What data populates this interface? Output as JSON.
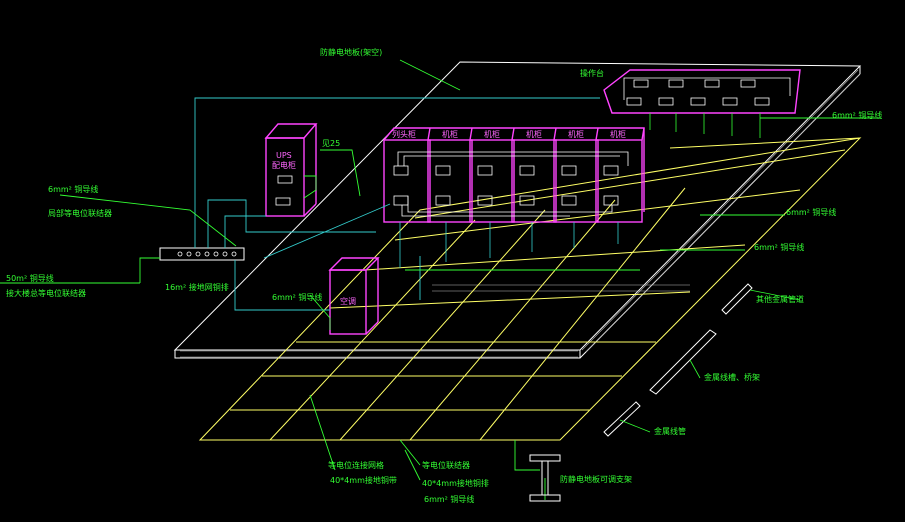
{
  "labels": {
    "anti_static_floor": "防静电地板(架空)",
    "operator_console": "操作台",
    "cabinet_row_label": "列头柜",
    "cabinet_label": "机柜",
    "ups_title": "UPS",
    "ups_subtitle": "配电柜",
    "network_cable": "见25",
    "wire_6mm_left": "6mm² 铜导线",
    "local_bus": "局部等电位联结器",
    "wire_50mm": "50m² 铜导线",
    "main_bus": "接大楼总等电位联结器",
    "net_16mm": "16m² 接地网铜排",
    "wire_6mm_ac": "6mm² 铜导线",
    "ac_unit": "空调",
    "wire_6mm_r1": "6mm² 铜导线",
    "wire_6mm_r2": "6mm² 铜导线",
    "wire_6mm_r3": "6mm² 铜导线",
    "metal_pipe": "其他金属管道",
    "metal_tray": "金属线槽、桥架",
    "metal_conduit": "金属线管",
    "grid_net": "等电位连接网格",
    "strip_40": "40*4mm接地铜带",
    "equip_bus": "等电位联结器",
    "strip_40b": "40*4mm接地铜排",
    "wire_6mm_bottom": "6mm²  铜导线",
    "floor_support": "防静电地板可调支架"
  },
  "colors": {
    "floor": "#ffffff",
    "grid": "#ffff66",
    "cabinet": "#ff44ff",
    "wire_green": "#33ff33",
    "wire_cyan": "#33cccc",
    "box_inner": "#ffffff"
  },
  "icons": {
    "busbar": "busbar-icon",
    "pipe": "pipe-icon",
    "i-beam": "i-beam-support-icon"
  }
}
